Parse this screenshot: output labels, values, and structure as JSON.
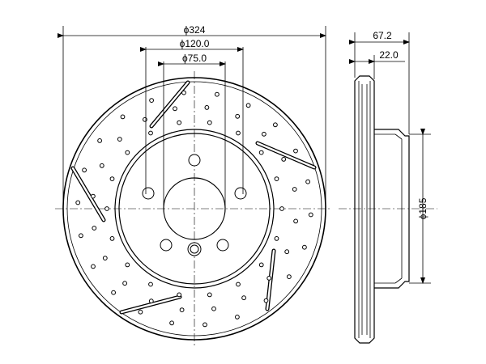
{
  "dimensions": {
    "outer_diameter": "ϕ324",
    "bolt_circle": "ϕ120.0",
    "center_bore": "ϕ75.0",
    "overall_thickness": "67.2",
    "disc_thickness": "22.0",
    "hat_diameter": "ϕ185"
  }
}
